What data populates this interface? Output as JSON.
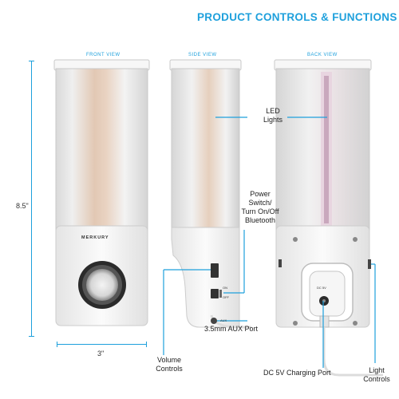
{
  "page": {
    "title": "PRODUCT CONTROLS & FUNCTIONS",
    "views": {
      "front": "FRONT VIEW",
      "side": "SIDE VIEW",
      "back": "BACK VIEW"
    },
    "dimensions": {
      "height": "8.5\"",
      "width": "3\""
    },
    "brand": "MERKURY",
    "callouts": {
      "led_lights": "LED\nLights",
      "power_switch": "Power\nSwitch/\nTurn On/Off\nBluetooth",
      "aux_port": "3.5mm AUX Port",
      "volume_controls": "Volume\nControls",
      "charging_port": "DC 5V Charging Port",
      "light_controls": "Light\nControls"
    },
    "device_labels": {
      "on": "ON",
      "off": "OFF",
      "aux": "AUX",
      "dc": "DC 5V"
    },
    "colors": {
      "accent": "#1ea0dc",
      "device_body": "#f2f2f2",
      "amber_glow": "#e7c9b0"
    }
  }
}
